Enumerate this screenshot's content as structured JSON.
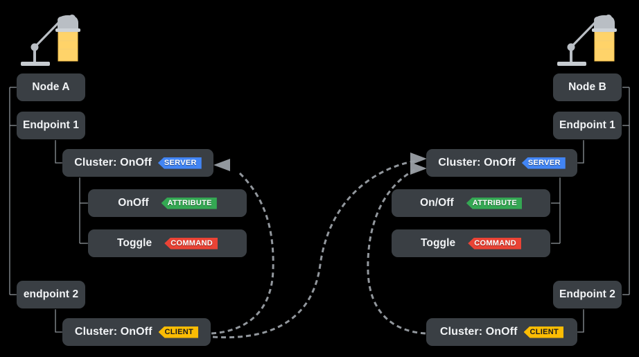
{
  "diagram": {
    "title": "Matter OnOff cluster binding between two nodes",
    "background": "#000000",
    "box_color": "#3a3f44",
    "text_color": "#f2f4f6",
    "wire_color": "#9aa0a6",
    "badge_colors": {
      "server": "#4285f4",
      "attribute": "#34a853",
      "command": "#ea4335",
      "client": "#fbbc04"
    }
  },
  "left": {
    "lamp_label": "lamp-icon",
    "node": "Node A",
    "endpoint1": "Endpoint 1",
    "endpoint2": "endpoint 2",
    "cluster_server": {
      "label": "Cluster: OnOff",
      "badge": "SERVER"
    },
    "attribute": {
      "label": "OnOff",
      "badge": "ATTRIBUTE"
    },
    "command": {
      "label": "Toggle",
      "badge": "COMMAND"
    },
    "cluster_client": {
      "label": "Cluster: OnOff",
      "badge": "CLIENT"
    }
  },
  "right": {
    "lamp_label": "lamp-icon",
    "node": "Node B",
    "endpoint1": "Endpoint 1",
    "endpoint2": "Endpoint 2",
    "cluster_server": {
      "label": "Cluster: OnOff",
      "badge": "SERVER"
    },
    "attribute": {
      "label": "On/Off",
      "badge": "ATTRIBUTE"
    },
    "command": {
      "label": "Toggle",
      "badge": "COMMAND"
    },
    "cluster_client": {
      "label": "Cluster: OnOff",
      "badge": "CLIENT"
    }
  },
  "bindings": [
    {
      "name": "left-client-to-left-server",
      "from": "left.cluster_client",
      "to": "left.cluster_server",
      "style": "dashed-arrow"
    },
    {
      "name": "left-client-to-right-server",
      "from": "left.cluster_client",
      "to": "right.cluster_server",
      "style": "dashed-arrow"
    },
    {
      "name": "right-client-to-right-server",
      "from": "right.cluster_client",
      "to": "right.cluster_server",
      "style": "dashed-arrow"
    }
  ]
}
